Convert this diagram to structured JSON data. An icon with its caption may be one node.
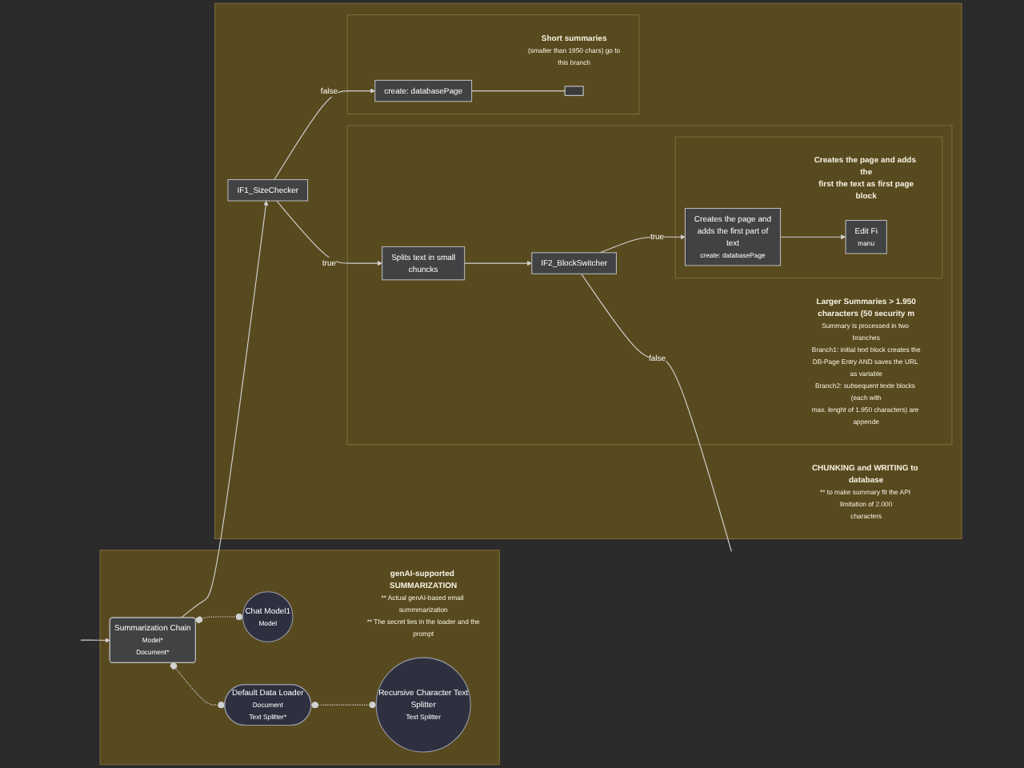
{
  "diagram": {
    "nodes": [
      {
        "text": [
          "genAI-supported SUMMARIZATION",
          "** Actual genAI-based email summmarization ** The secret lies in the loader and the prompt"
        ]
      },
      {
        "text": [
          "Summarization Chain",
          "Model*",
          "Document*"
        ],
        "in": 0
      },
      {
        "text": [
          "Chat Model1",
          "Model"
        ],
        "in": 0
      },
      {
        "text": [
          "Default Data Loader",
          "Document",
          "Text Splitter*"
        ],
        "in": 0
      },
      {
        "text": [
          "Recursive Character Text Splitter",
          "Text Splitter"
        ],
        "in": 0
      },
      {
        "text": [
          "CHUNKING and WRITING to database",
          "** to make summary fit the API limitation of 2.000 characters"
        ]
      },
      {
        "text": [
          "IF1_SizeChecker"
        ],
        "in": 5
      },
      {
        "text": [
          "Larger Summaries > 1.950 characters (50 security m",
          "Summary is processed in two branches Branch1: initial text block creates the DB-Page Entry AND saves the URL as variable Branch2: subsequent texte blocks (each with max. lenght of 1.950 characters) are appende"
        ],
        "in": 5
      },
      {
        "text": [
          "Splits text in small chuncks"
        ],
        "in": 7
      },
      {
        "text": [
          "IF2_BlockSwitcher"
        ],
        "in": 7
      },
      {
        "text": [
          "Creates the page and adds the first the text as first page block"
        ],
        "in": 7
      },
      {
        "text": [
          "Creates the page and adds the first part of text",
          "create: databasePage"
        ],
        "in": 10
      },
      {
        "text": [
          "Edit Fi",
          "manu"
        ],
        "in": 10
      },
      {
        "text": [
          "Short summaries",
          "(smaller than 1950 chars) go to this branch"
        ],
        "in": 5
      },
      {
        "text": [
          "create: databasePage"
        ],
        "in": 13
      },
      {
        "text": [],
        "shape": "box",
        "in": 13
      }
    ],
    "edges": [
      {
        "from": null,
        "to": 1,
        "arrow": "to"
      },
      {
        "from": 1,
        "to": 2,
        "arrow": "other",
        "style": "dashed"
      },
      {
        "from": 1,
        "to": 3,
        "arrow": "other",
        "style": "dashed"
      },
      {
        "from": 3,
        "to": 4,
        "arrow": "other",
        "style": "dashed"
      },
      {
        "from": 1,
        "to": 6,
        "arrow": "to"
      },
      {
        "from": 6,
        "to": 8,
        "label": "true",
        "arrow": "to"
      },
      {
        "from": 6,
        "to": 14,
        "label": "false",
        "arrow": "to"
      },
      {
        "from": 8,
        "to": 9,
        "arrow": "to"
      },
      {
        "from": 9,
        "to": 11,
        "label": "true",
        "arrow": "to"
      },
      {
        "from": 9,
        "to": null,
        "label": "false",
        "arrow": "none"
      },
      {
        "from": 11,
        "to": 12,
        "arrow": "to"
      },
      {
        "from": 14,
        "to": 15,
        "arrow": "none"
      }
    ]
  }
}
